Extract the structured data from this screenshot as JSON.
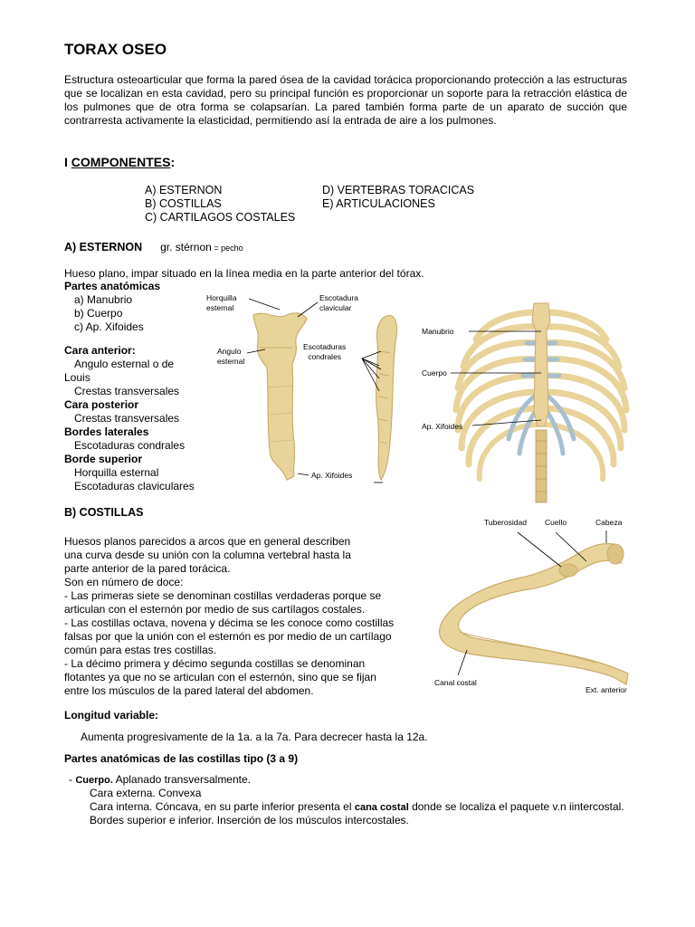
{
  "title": "TORAX OSEO",
  "intro": "Estructura osteoarticular que forma la pared ósea de la cavidad torácica proporcionando protección a las estructuras que se localizan en esta cavidad, pero su principal función es proporcionar un soporte para la retracción elástica de los pulmones que de otra forma se colapsarían. La pared también forma parte de un aparato de succión que contrarresta activamente la elasticidad, permitiendo así la entrada de aire a los pulmones.",
  "componentes": {
    "prefix": "I ",
    "heading": "COMPONENTES",
    "colon": ":",
    "left": [
      "A) ESTERNON",
      "B) COSTILLAS",
      "C) CARTILAGOS COSTALES"
    ],
    "right": [
      "D) VERTEBRAS TORACICAS",
      "E) ARTICULACIONES"
    ]
  },
  "esternon": {
    "heading": "A) ESTERNON",
    "etym": "gr.  stérnon",
    "etym_eq": " = ",
    "etym_meaning": "pecho",
    "description": "Hueso plano, impar situado en la línea media en la parte anterior del tórax.",
    "partes_heading": "Partes anatómicas",
    "partes": [
      "a) Manubrio",
      "b) Cuerpo",
      "c) Ap. Xifoides"
    ],
    "cara_anterior_heading": "Cara anterior:",
    "cara_anterior_1a": "Angulo esternal o de",
    "cara_anterior_1b": "Louis",
    "cara_anterior_2": "Crestas transversales",
    "cara_posterior_heading": "Cara posterior",
    "cara_posterior_1": "Crestas transversales",
    "bordes_laterales_heading": "Bordes laterales",
    "bordes_laterales_1": "Escotaduras condrales",
    "borde_superior_heading": "Borde superior",
    "borde_superior_1": "Horquilla esternal",
    "borde_superior_2": "Escotaduras claviculares"
  },
  "sternum_labels": {
    "horquilla_1": "Horquilla",
    "horquilla_2": "esternal",
    "escotadura_clav_1": "Escotadura",
    "escotadura_clav_2": "clavicular",
    "angulo_1": "Angulo",
    "angulo_2": "esternal",
    "escotaduras_cond_1": "Escotaduras",
    "escotaduras_cond_2": "condrales",
    "xifoides": "Ap. Xifoides"
  },
  "thorax_labels": {
    "manubrio": "Manubrio",
    "cuerpo": "Cuerpo",
    "xifoides": "Ap. Xifoides"
  },
  "costillas": {
    "heading": "B) COSTILLAS",
    "lines": [
      "Huesos planos parecidos a arcos que en general describen",
      "una curva desde su unión con la columna vertebral hasta la",
      "parte anterior de la pared torácica.",
      "Son en número de doce:",
      "- Las primeras siete se denominan costillas verdaderas porque se",
      "articulan con  el esternón por medio de sus cartílagos costales.",
      "- Las costillas octava, novena y décima se les conoce como costillas",
      "falsas por  que la unión con el esternón es por medio de un cartílago",
      "común para estas tres costillas.",
      "- La décimo primera y décimo segunda costillas se denominan",
      "flotantes ya que no se articulan con el esternón, sino que se fijan",
      "entre los músculos de la pared lateral del abdomen."
    ]
  },
  "rib_labels": {
    "tuberosidad": "Tuberosidad",
    "cuello": "Cuello",
    "cabeza": "Cabeza",
    "canal": "Canal costal",
    "ext": "Ext. anterior"
  },
  "longitud": {
    "heading": "Longitud variable:",
    "text": "Aumenta progresivamente de la 1a. a la 7a. Para decrecer hasta la 12a."
  },
  "partes_tipo": {
    "heading": "Partes anatómicas de las costillas tipo (3 a 9)",
    "dash": "- ",
    "cuerpo_label": "Cuerpo.",
    "cuerpo_text": " Aplanado transversalmente.",
    "cara_externa": "Cara externa. Convexa",
    "cara_interna_pre": "Cara interna. Cóncava, en su  parte inferior presenta el ",
    "cana_costal": "cana costal",
    "cara_interna_post": " donde se localiza el paquete v.n  iintercostal.",
    "bordes": "Bordes superior e inferior. Inserción de los músculos intercostales."
  },
  "colors": {
    "bone": "#e8d49a",
    "bone_shadow": "#c9ad6a",
    "cartilage": "#a9bfd0",
    "text": "#000000"
  }
}
